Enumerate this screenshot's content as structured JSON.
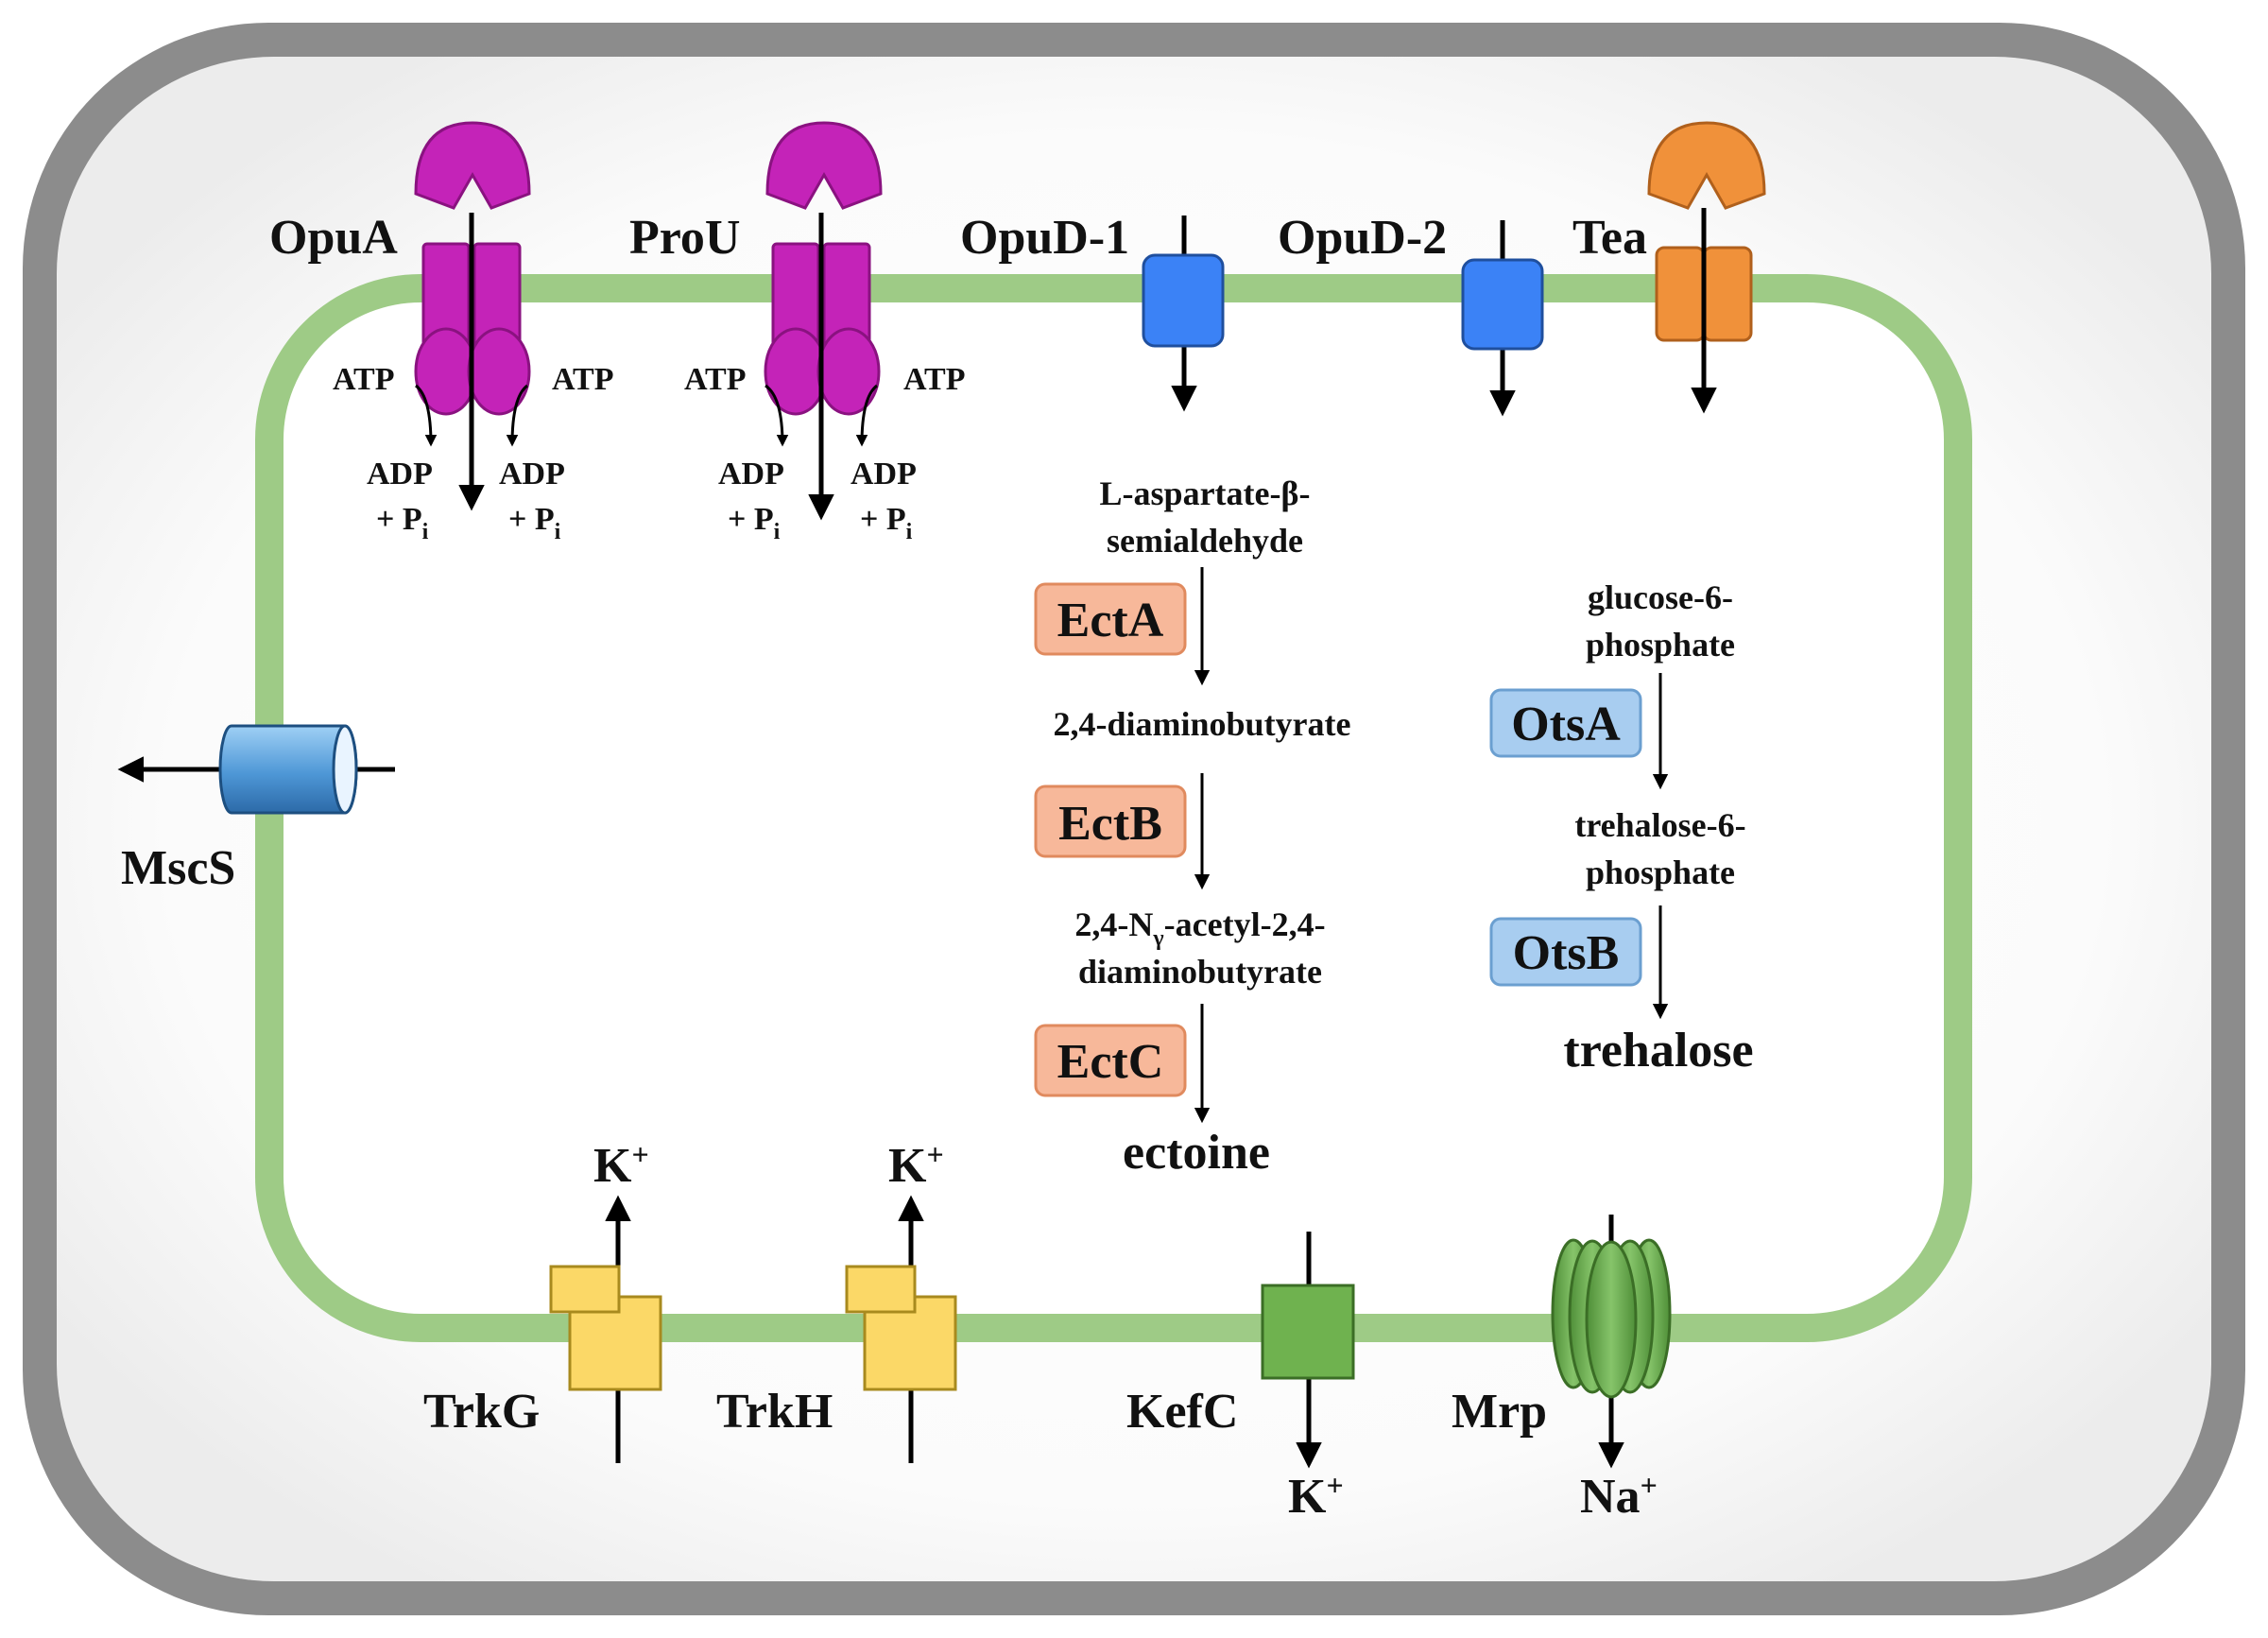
{
  "colors": {
    "cell_wall": "#8c8c8c",
    "cytoplasm_outer": "#f2f2f2",
    "membrane": "#9ecb86",
    "abc_transporter": "#c423b8",
    "opud": "#3b82f6",
    "tea": "#f0913a",
    "trk": "#fbd867",
    "kefc": "#6fb24f",
    "mrp": "#6aa84f",
    "ect_enzyme": "#f7b89a",
    "ots_enzyme": "#a8cdf0"
  },
  "transporters": {
    "opua": {
      "label": "OpuA"
    },
    "prou": {
      "label": "ProU"
    },
    "opud1": {
      "label": "OpuD-1"
    },
    "opud2": {
      "label": "OpuD-2"
    },
    "tea": {
      "label": "Tea"
    },
    "mscs": {
      "label": "MscS"
    },
    "trkg": {
      "label": "TrkG"
    },
    "trkh": {
      "label": "TrkH"
    },
    "kefc": {
      "label": "KefC"
    },
    "mrp": {
      "label": "Mrp"
    }
  },
  "atp_hydrolysis": {
    "atp": "ATP",
    "adp": "ADP",
    "plus_p": "+ P",
    "p_subscript": "i"
  },
  "ions": {
    "trkg": "K",
    "trkh": "K",
    "kefc": "K",
    "mrp": "Na",
    "charge": "+"
  },
  "ectoine_pathway": {
    "substrate_line1": "L-aspartate-β-",
    "substrate_line2": "semialdehyde",
    "enzyme1": "EctA",
    "intermediate1": "2,4-diaminobutyrate",
    "enzyme2": "EctB",
    "intermediate2_pre": "2,4-N",
    "intermediate2_sub": "γ",
    "intermediate2_post": "-acetyl-2,4-",
    "intermediate2_line2": "diaminobutyrate",
    "enzyme3": "EctC",
    "product": "ectoine"
  },
  "trehalose_pathway": {
    "substrate_line1": "glucose-6-",
    "substrate_line2": "phosphate",
    "enzyme1": "OtsA",
    "intermediate_line1": "trehalose-6-",
    "intermediate_line2": "phosphate",
    "enzyme2": "OtsB",
    "product": "trehalose"
  }
}
